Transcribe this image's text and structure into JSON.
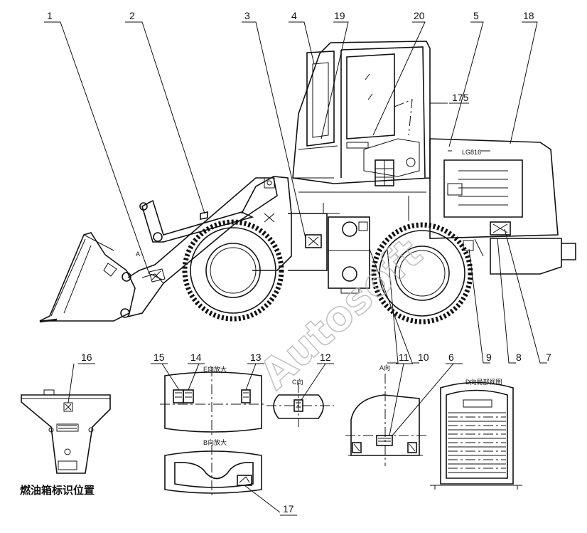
{
  "callouts": [
    "1",
    "2",
    "3",
    "4",
    "19",
    "20",
    "5",
    "18",
    "175",
    "11",
    "6",
    "16",
    "15",
    "14",
    "13",
    "12",
    "10",
    "9",
    "8",
    "7",
    "17"
  ],
  "plate_text": "LG816",
  "views": {
    "e": "E向放大",
    "c": "C向",
    "a_view": "A向",
    "a_mark": "A",
    "d": "D向局部视图",
    "b": "B向放大"
  },
  "fuel_caption": "燃油箱标识位置",
  "watermark": "Autosoft"
}
